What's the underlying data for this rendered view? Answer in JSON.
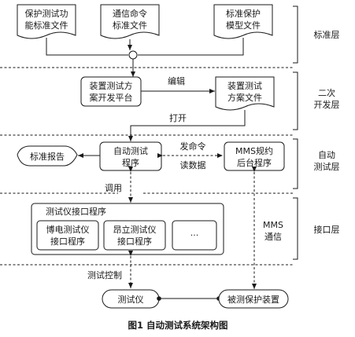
{
  "doc_boxes": {
    "protection_std": [
      "保护测试功",
      "能标准文件"
    ],
    "comm_std": [
      "通信命令",
      "标准文件"
    ],
    "model_std": [
      "标准保护",
      "模型文件"
    ],
    "plan_file": [
      "装置测试",
      "方案文件"
    ],
    "std_report": [
      "标准报告"
    ]
  },
  "nodes": {
    "plan_platform": [
      "装置测试方",
      "案开发平台"
    ],
    "auto_test": [
      "自动测试",
      "程序"
    ],
    "mms_backend": [
      "MMS规约",
      "后台程序"
    ],
    "interface_group": "测试仪接口程序",
    "bochen": [
      "博电测试仪",
      "接口程序"
    ],
    "angli": [
      "昂立测试仪",
      "接口程序"
    ],
    "more": "···",
    "tester": "测试仪",
    "dut": "被测保护装置"
  },
  "edges": {
    "edit": "编辑",
    "open": "打开",
    "send_cmd": "发命令",
    "read_data": "读数据",
    "call": "调用",
    "mms_comm": [
      "MMS",
      "通信"
    ],
    "test_ctrl": "测试控制"
  },
  "layers": {
    "standard": "标准层",
    "secondary_dev": [
      "二次",
      "开发层"
    ],
    "auto_test": [
      "自动",
      "测试层"
    ],
    "interface": "接口层"
  },
  "caption": "图1   自动测试系统架构图"
}
